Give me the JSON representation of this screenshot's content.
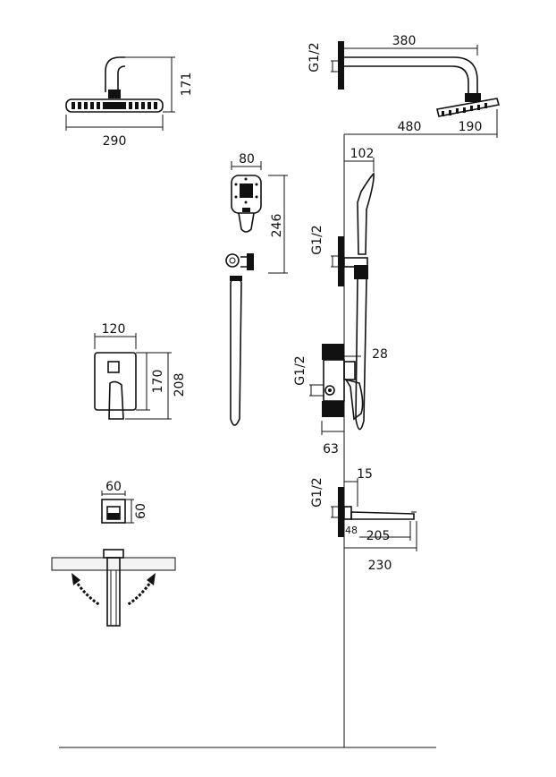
{
  "labels": {
    "overhead_width": "290",
    "overhead_height": "171",
    "arm_thread": "G1/2",
    "arm_length": "380",
    "arm_projection": "480",
    "head_side": "190",
    "hand_width": "80",
    "hand_height": "246",
    "holder_thread": "G1/2",
    "holder_projection": "102",
    "plate_width": "120",
    "plate_inner_height": "170",
    "plate_height": "208",
    "valve_thread": "G1/2",
    "valve_depth": "28",
    "valve_body": "63",
    "flange_width": "60",
    "flange_height": "60",
    "spout_thread": "G1/2",
    "spout_offset": "15",
    "spout_base": "48",
    "spout_reach": "205",
    "spout_total": "230"
  },
  "colors": {
    "line": "#111111",
    "fill": "#111111",
    "background": "#ffffff"
  }
}
